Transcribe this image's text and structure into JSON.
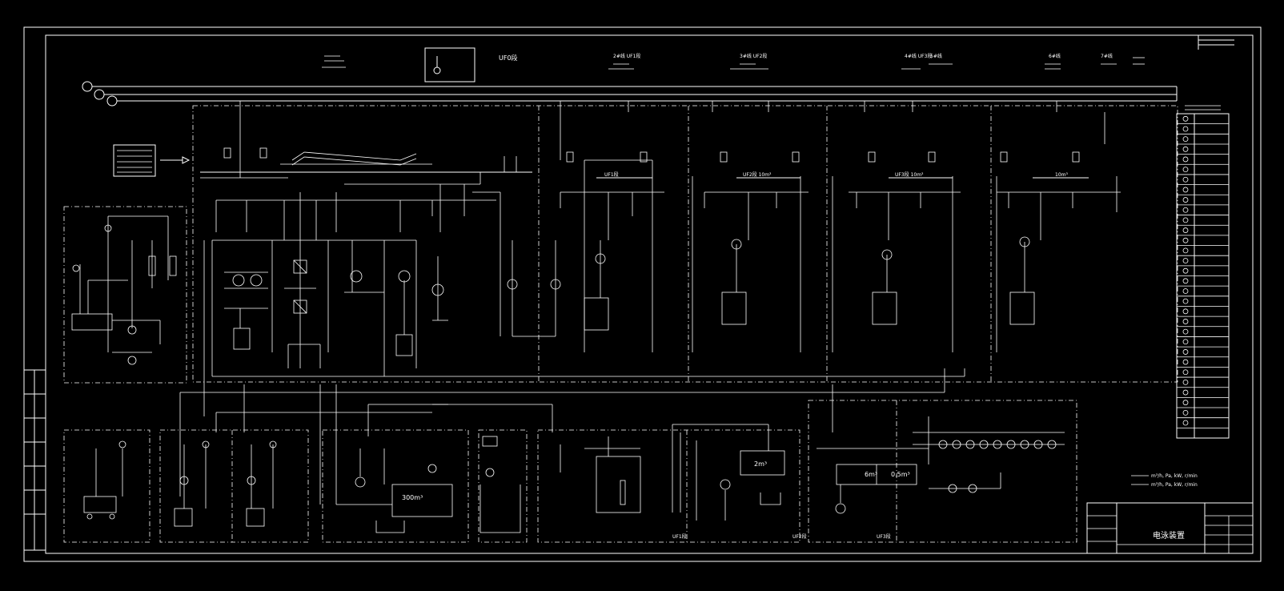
{
  "drawing": {
    "title": "电泳装置",
    "unit_line_1": "m³/h, Pa, kW, r/min",
    "unit_line_2": "m³/h, Pa, kW, r/min"
  },
  "top_labels": [
    {
      "text": "UF0段"
    },
    {
      "text": "2#线 UF1段"
    },
    {
      "text": "3#线 UF2段"
    },
    {
      "text": "4#线 UF3段"
    },
    {
      "text": "5#线"
    },
    {
      "text": "6#线"
    },
    {
      "text": "7#线"
    }
  ],
  "uf_bars": [
    {
      "text": "UF1段"
    },
    {
      "text": "UF2段 10m³"
    },
    {
      "text": "UF3段 10m³"
    },
    {
      "text": "10m³"
    }
  ],
  "tank_labels": {
    "main_tank": "300m³",
    "uf_tank": "2m³",
    "tank_6m": "6m³",
    "tank_05": "0.5m³"
  },
  "bottom_sections": [
    {
      "text": "UF1段"
    },
    {
      "text": "UF2段"
    },
    {
      "text": "UF3段"
    }
  ],
  "legend_rows": 32,
  "colors": {
    "line": "#ffffff",
    "background": "#000000"
  }
}
